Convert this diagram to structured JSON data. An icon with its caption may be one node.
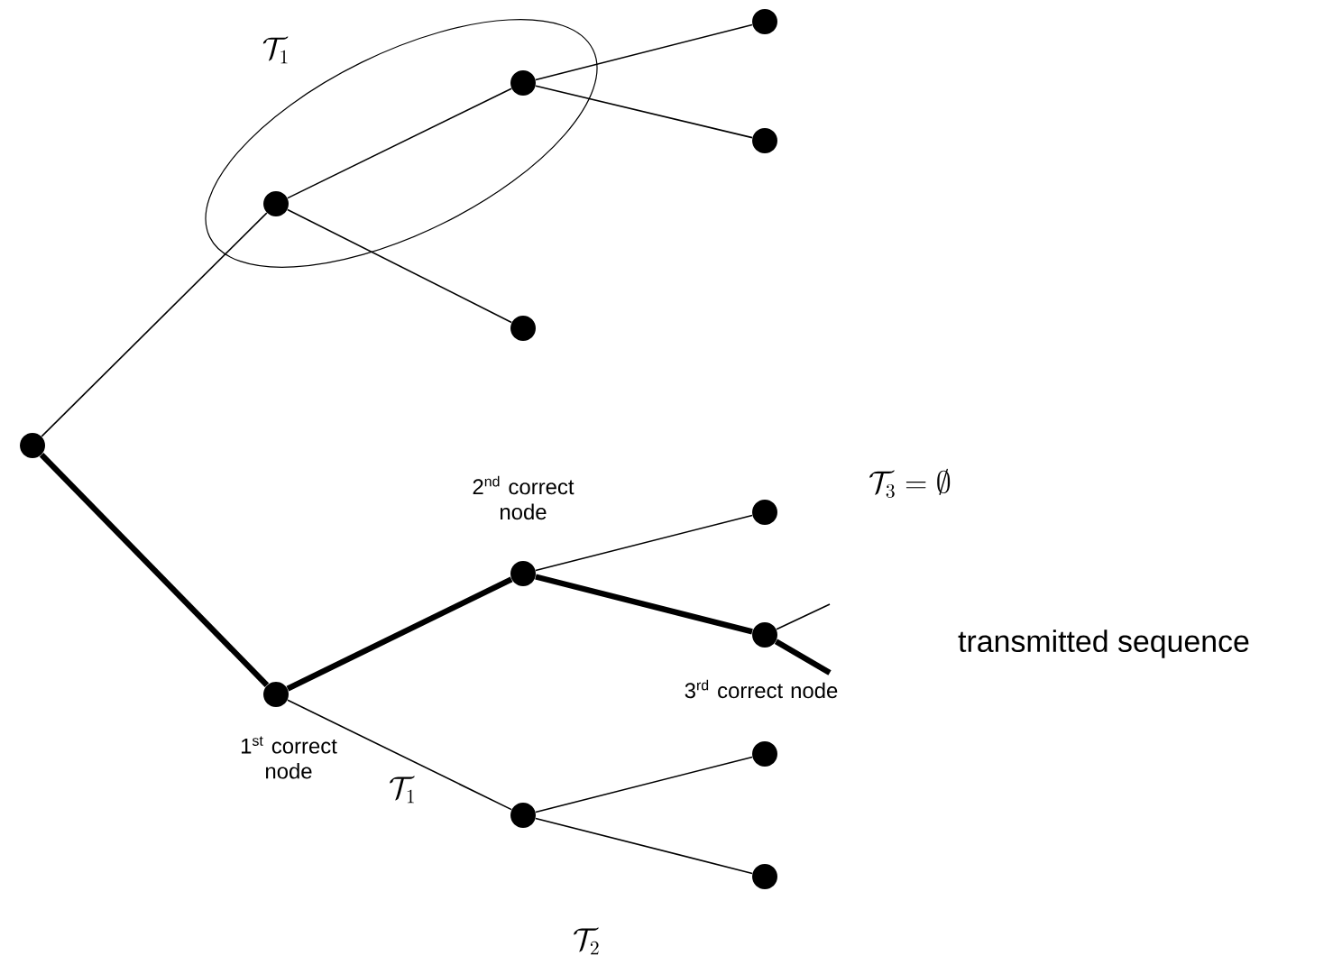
{
  "diagram": {
    "nodes": [
      {
        "text": [
          "\\mathcal{T}_1"
        ]
      },
      {
        "text": [],
        "shape": "circle"
      },
      {
        "text": [],
        "shape": "circle",
        "in": 0
      },
      {
        "text": [],
        "shape": "circle",
        "in": 0
      },
      {
        "text": [],
        "shape": "circle"
      },
      {
        "text": [],
        "shape": "circle"
      },
      {
        "text": [],
        "shape": "circle"
      },
      {
        "text": [],
        "shape": "circle",
        "beside": [
          "1$^{st}$ correct node"
        ]
      },
      {
        "text": [],
        "shape": "circle",
        "beside": [
          "2$^{nd}$ correct node"
        ]
      },
      {
        "text": [],
        "shape": "circle"
      },
      {
        "text": [],
        "shape": "circle",
        "beside": [
          "3$^{rd}$ correct node"
        ]
      },
      {
        "text": [],
        "shape": "circle"
      },
      {
        "text": [],
        "shape": "circle"
      },
      {
        "text": [],
        "shape": "circle"
      }
    ],
    "edges": [
      {
        "from": 1,
        "to": 2,
        "arrow": "none"
      },
      {
        "from": 2,
        "to": 3,
        "arrow": "none"
      },
      {
        "from": 3,
        "to": 4,
        "arrow": "none"
      },
      {
        "from": 3,
        "to": 5,
        "arrow": "none"
      },
      {
        "from": 2,
        "to": 6,
        "arrow": "none"
      },
      {
        "from": 1,
        "to": 7,
        "arrow": "none",
        "style": "thick"
      },
      {
        "from": 7,
        "to": 8,
        "arrow": "none",
        "style": "thick"
      },
      {
        "from": 8,
        "to": 9,
        "arrow": "none"
      },
      {
        "from": 8,
        "to": 10,
        "arrow": "none",
        "style": "thick"
      },
      {
        "from": 10,
        "to": null,
        "arrow": "none"
      },
      {
        "from": 10,
        "to": null,
        "arrow": "none",
        "style": "thick"
      },
      {
        "from": 7,
        "to": 11,
        "arrow": "none"
      },
      {
        "from": 11,
        "to": 12,
        "arrow": "none"
      },
      {
        "from": 11,
        "to": 13,
        "arrow": "none"
      }
    ],
    "labels": [
      "\\mathcal{T}_3=\\emptyset",
      "transmitted sequence",
      "\\mathcal{T}_1",
      "\\mathcal{T}_2"
    ]
  }
}
